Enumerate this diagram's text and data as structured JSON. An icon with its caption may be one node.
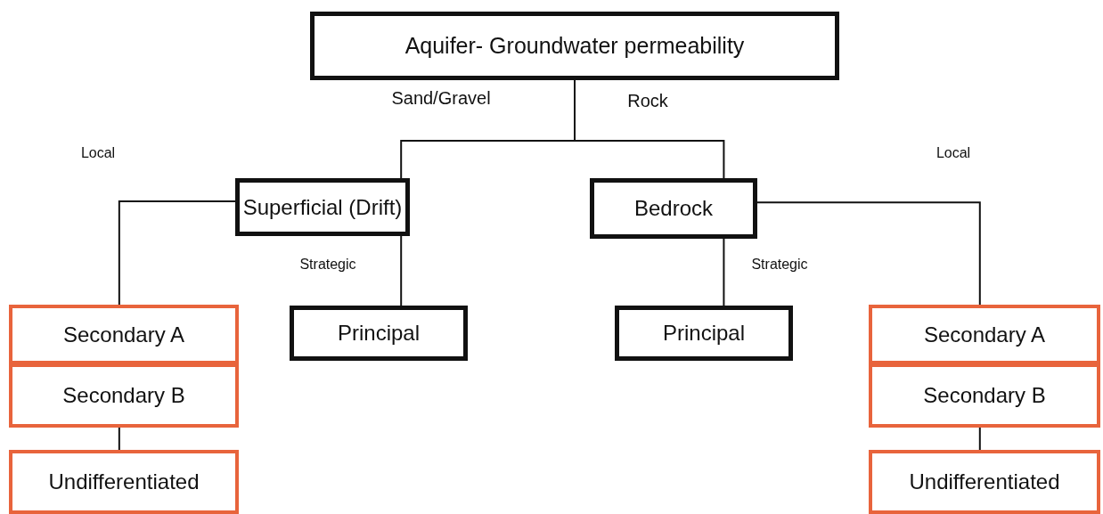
{
  "diagram": {
    "nodes": [
      {
        "text": [
          "Aquifer- Groundwater permeability"
        ]
      },
      {
        "text": [
          "Superficial (Drift)"
        ]
      },
      {
        "text": [
          "Bedrock"
        ]
      },
      {
        "text": [
          "Secondary A"
        ]
      },
      {
        "text": [
          "Secondary B"
        ]
      },
      {
        "text": [
          "Undifferentiated"
        ]
      },
      {
        "text": [
          "Principal"
        ]
      },
      {
        "text": [
          "Principal"
        ]
      },
      {
        "text": [
          "Secondary A"
        ]
      },
      {
        "text": [
          "Secondary B"
        ]
      },
      {
        "text": [
          "Undifferentiated"
        ]
      }
    ],
    "edges": [
      {
        "from": 0,
        "to": 1,
        "arrow": "none",
        "label": "Sand/Gravel"
      },
      {
        "from": 0,
        "to": 2,
        "arrow": "none",
        "label": "Rock"
      },
      {
        "from": 1,
        "to": 3,
        "arrow": "none",
        "label": "Local"
      },
      {
        "from": 1,
        "to": 6,
        "arrow": "none",
        "label": "Strategic"
      },
      {
        "from": 2,
        "to": 7,
        "arrow": "none",
        "label": "Strategic"
      },
      {
        "from": 2,
        "to": 8,
        "arrow": "none",
        "label": "Local"
      },
      {
        "from": 4,
        "to": 5,
        "arrow": "none"
      },
      {
        "from": 9,
        "to": 10,
        "arrow": "none"
      }
    ]
  }
}
